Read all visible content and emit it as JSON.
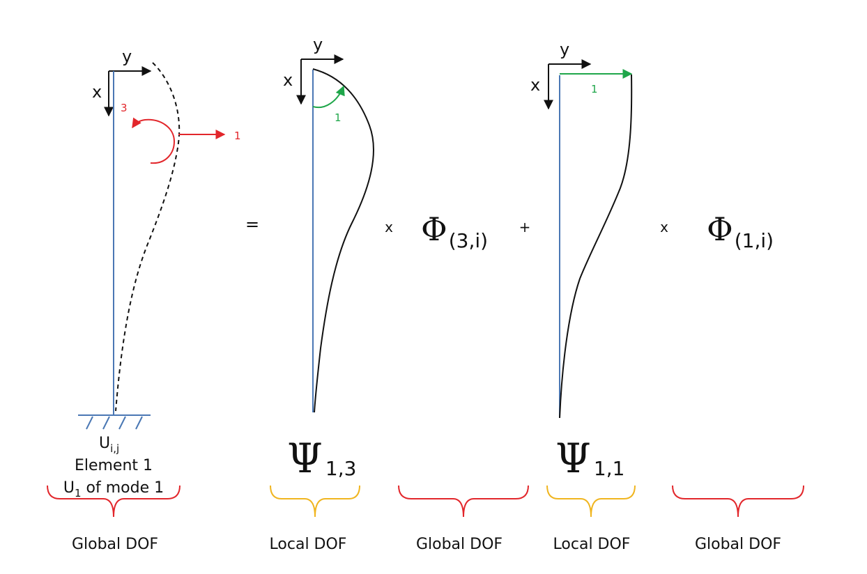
{
  "colors": {
    "column": "#4a77b4",
    "curve": "#111111",
    "red": "#e2262b",
    "green": "#1fa64a",
    "orange": "#f0b51f"
  },
  "axes": {
    "x": "x",
    "y": "y"
  },
  "dof_labels": {
    "rotation": "3",
    "translation": "1",
    "unit_rotation": "1",
    "unit_translation": "1"
  },
  "operators": {
    "equals": "=",
    "times_1": "x",
    "plus": "+",
    "times_2": "x"
  },
  "symbols": {
    "phi": "Φ",
    "phi_1_sub": "(3,i)",
    "phi_2_sub": "(1,i)",
    "psi": "Ψ",
    "psi_1_sub": "1,3",
    "psi_2_sub": "1,1"
  },
  "element_caption": {
    "u_symbol": "U",
    "u_sub": "i,j",
    "line2": "Element 1",
    "line3_u": "U",
    "line3_sub": "1",
    "line3_rest": " of mode 1"
  },
  "brace_labels": [
    "Global DOF",
    "Local DOF",
    "Global DOF",
    "Local DOF",
    "Global DOF"
  ]
}
